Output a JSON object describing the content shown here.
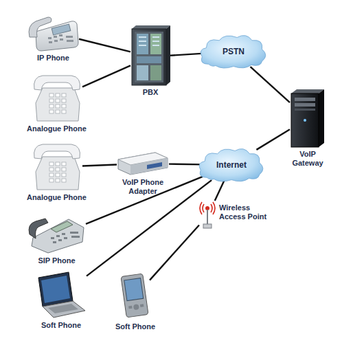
{
  "diagram": {
    "nodes": [
      {
        "text": [
          "IP Phone"
        ]
      },
      {
        "text": [
          "PBX"
        ]
      },
      {
        "text": [
          "PSTN"
        ]
      },
      {
        "text": [
          "Analogue Phone"
        ]
      },
      {
        "text": [
          "VoIP Gateway"
        ]
      },
      {
        "text": [
          "Analogue Phone"
        ]
      },
      {
        "text": [
          "VoIP Phone Adapter"
        ]
      },
      {
        "text": [
          "Internet"
        ]
      },
      {
        "text": [
          "Wireless Access Point"
        ]
      },
      {
        "text": [
          "SIP Phone"
        ]
      },
      {
        "text": [
          "Soft Phone"
        ]
      },
      {
        "text": [
          "Soft Phone"
        ]
      }
    ],
    "edges": [
      {
        "from": 0,
        "to": 1,
        "arrow": "none"
      },
      {
        "from": 3,
        "to": 1,
        "arrow": "none"
      },
      {
        "from": 1,
        "to": 2,
        "arrow": "none"
      },
      {
        "from": 2,
        "to": 4,
        "arrow": "none"
      },
      {
        "from": 7,
        "to": 4,
        "arrow": "none"
      },
      {
        "from": 5,
        "to": 6,
        "arrow": "none"
      },
      {
        "from": 6,
        "to": 7,
        "arrow": "none"
      },
      {
        "from": 7,
        "to": 9,
        "arrow": "none"
      },
      {
        "from": 7,
        "to": 10,
        "arrow": "none"
      },
      {
        "from": 7,
        "to": 8,
        "arrow": "none"
      },
      {
        "from": 8,
        "to": 11,
        "arrow": "none"
      }
    ]
  }
}
